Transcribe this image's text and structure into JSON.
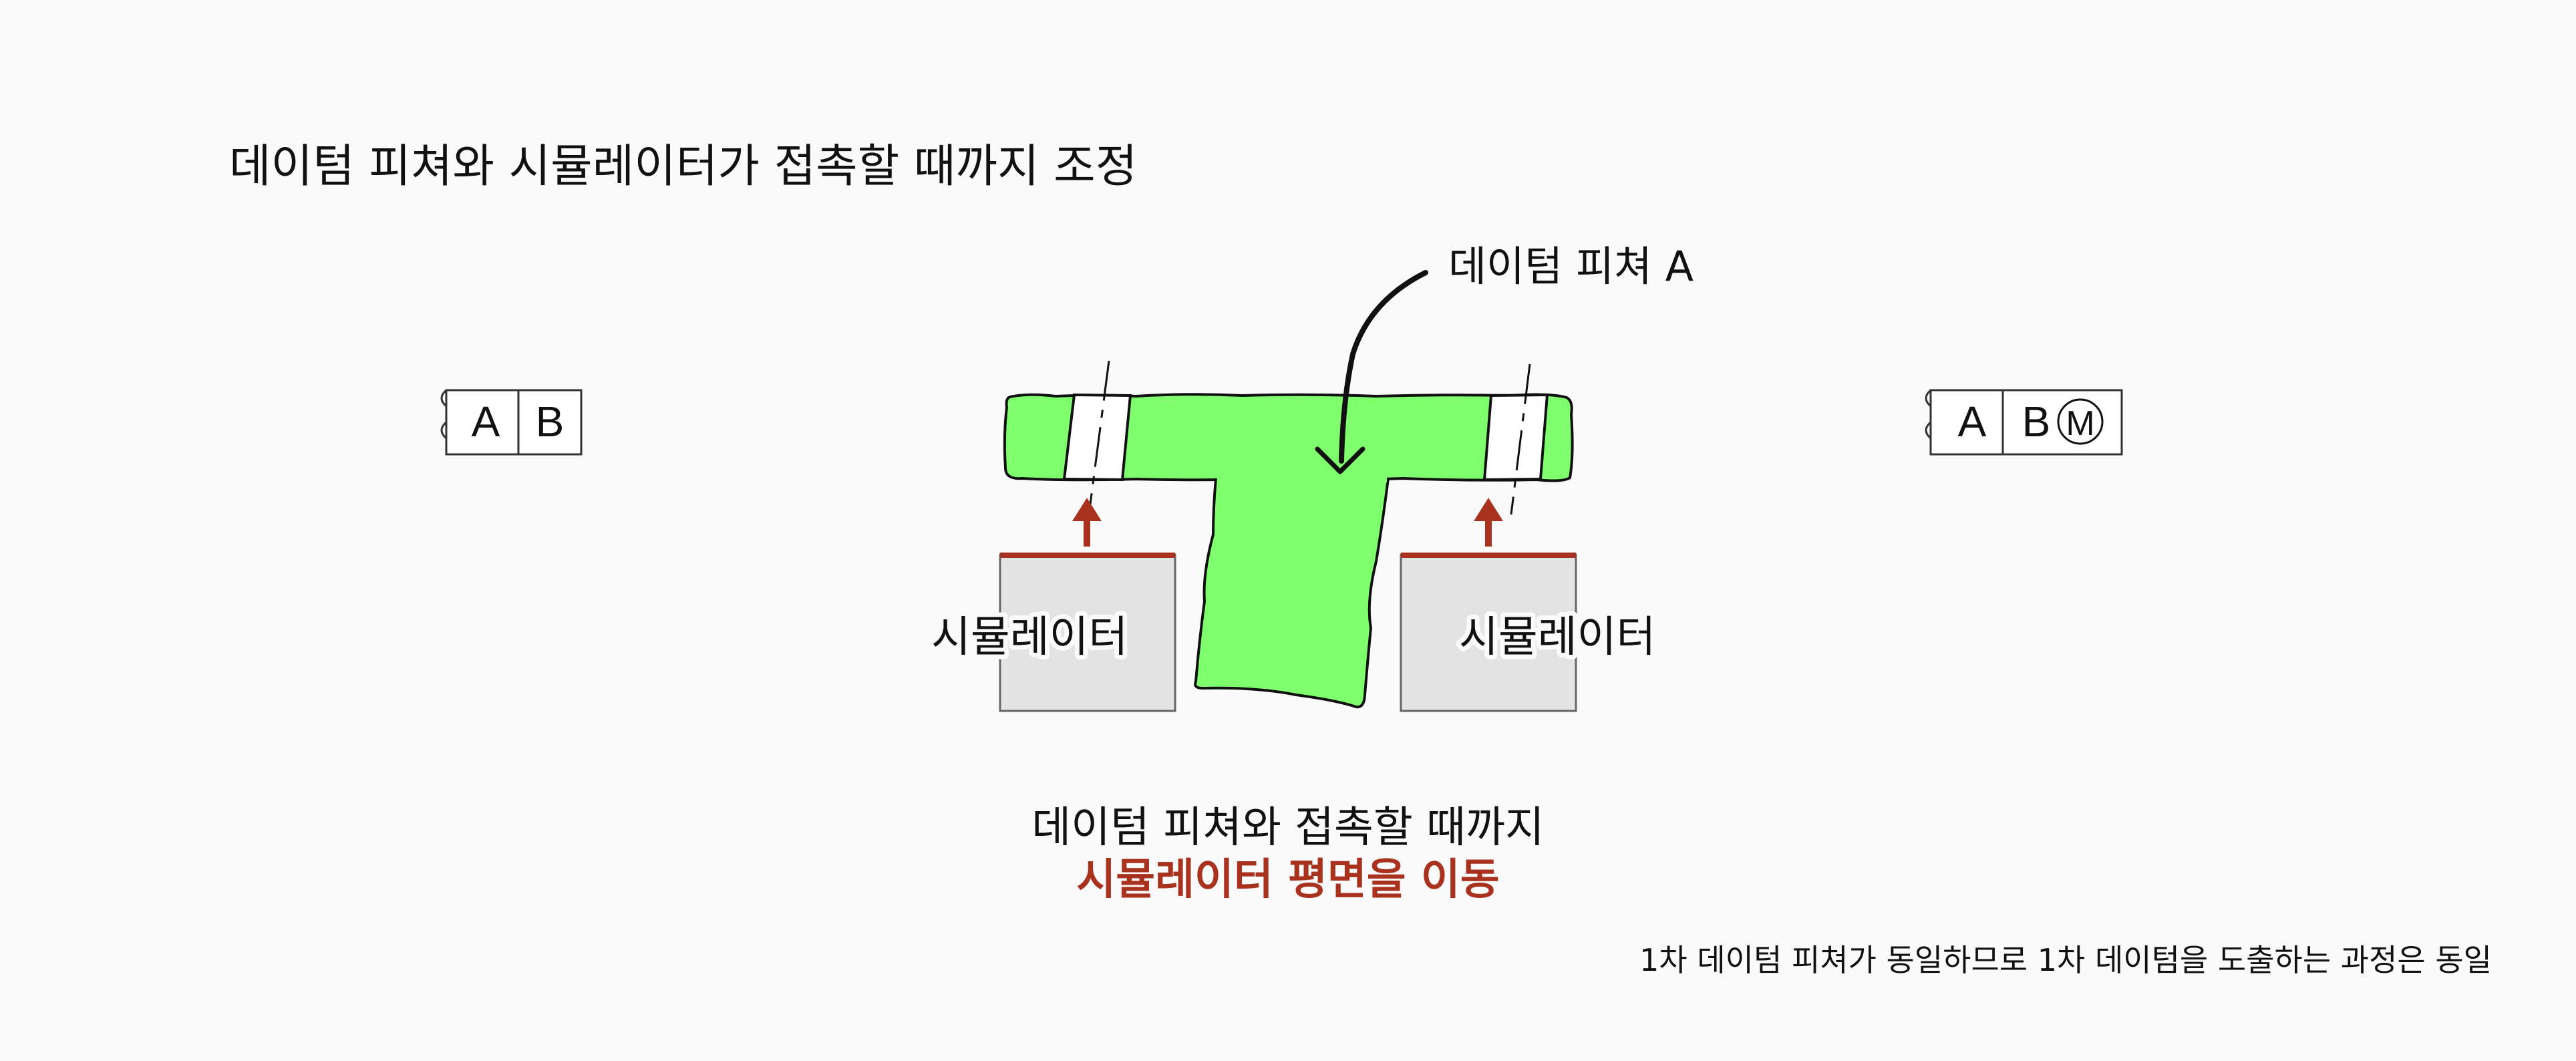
{
  "title": "데이텀 피쳐와 시뮬레이터가 접촉할 때까지 조정",
  "feature_label": "데이텀 피쳐 A",
  "left_frame": {
    "cell_1": "A",
    "cell_2": "B"
  },
  "right_frame": {
    "cell_1": "A",
    "cell_2": "B",
    "modifier": "M"
  },
  "simulator_left_label": "시뮬레이터",
  "simulator_right_label": "시뮬레이터",
  "caption": {
    "line1": "데이텀 피쳐와 접촉할 때까지",
    "line2": "시뮬레이터 평면을 이동"
  },
  "footnote": "1차 데이텀 피쳐가 동일하므로 1차 데이텀을 도출하는 과정은 동일",
  "colors": {
    "part_fill": "#7fff6e",
    "simulator_fill": "#e3e3e3",
    "accent": "#a8321e",
    "text": "#111111"
  }
}
